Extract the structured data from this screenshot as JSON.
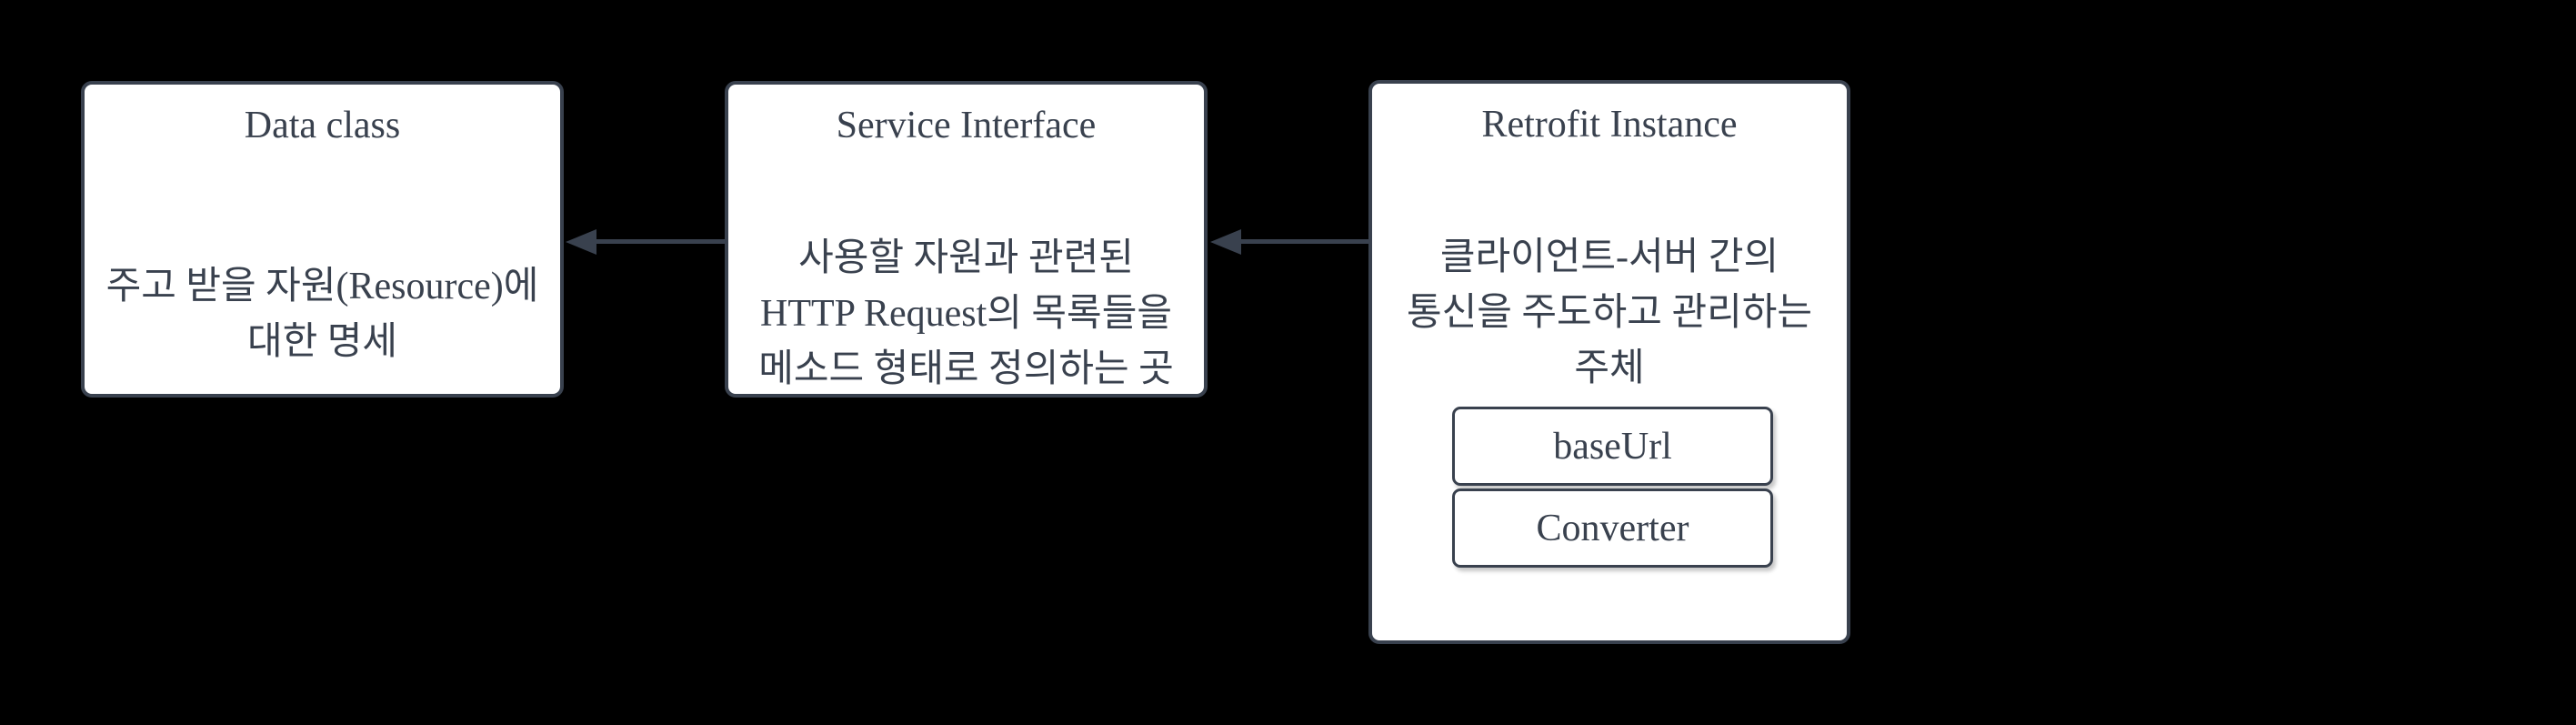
{
  "colors": {
    "background": "#000000",
    "box_fill": "#ffffff",
    "stroke": "#39414e",
    "text": "#39414e"
  },
  "nodes": [
    {
      "id": "data-class",
      "title": "Data class",
      "body": "주고 받을 자원(Resource)에\n대한 명세"
    },
    {
      "id": "service-interface",
      "title": "Service Interface",
      "body": "사용할 자원과 관련된\nHTTP Request의 목록들을\n메소드 형태로 정의하는 곳"
    },
    {
      "id": "retrofit-instance",
      "title": "Retrofit Instance",
      "body": "클라이언트-서버 간의\n통신을 주도하고 관리하는\n주체",
      "children": [
        {
          "label": "baseUrl"
        },
        {
          "label": "Converter"
        }
      ]
    }
  ],
  "arrows": [
    {
      "from": "service-interface",
      "to": "data-class",
      "direction": "left"
    },
    {
      "from": "retrofit-instance",
      "to": "service-interface",
      "direction": "left"
    }
  ]
}
